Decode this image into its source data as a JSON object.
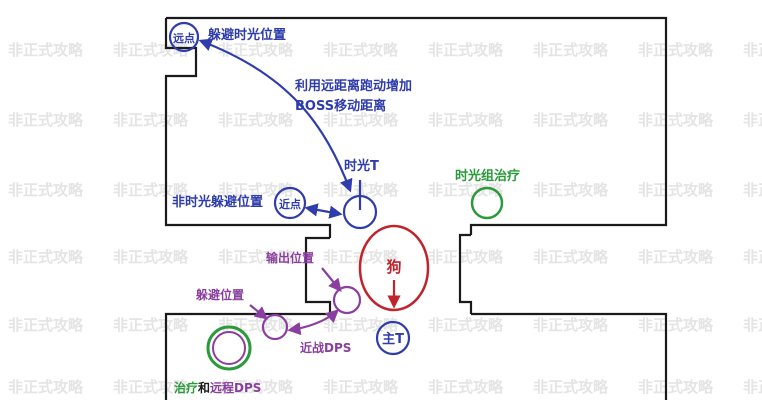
{
  "watermark": {
    "text": "非正式攻略",
    "color": "#e4e4e4"
  },
  "colors": {
    "wall": "#1a1a1a",
    "blue": "#2f3cab",
    "green": "#2a9a3a",
    "purple": "#8a3fa0",
    "red": "#c0232b"
  },
  "labels": {
    "far_point_top": "远点",
    "dodge_time_position": "躲避时光位置",
    "use_far_distance_line1": "利用远距离跑动增加",
    "use_far_distance_line2": "BOSS移动距离",
    "time_tank": "时光T",
    "time_healer": "时光组治疗",
    "non_time_dodge": "非时光躲避位置",
    "near_point": "近点",
    "output_position": "输出位置",
    "dog": "狗",
    "dodge_position": "躲避位置",
    "main_tank": "主T",
    "melee_dps": "近战DPS",
    "healer_and_ranged_prefix": "治疗",
    "healer_and_ranged_and": "和",
    "healer_and_ranged_suffix": "远程DPS"
  }
}
